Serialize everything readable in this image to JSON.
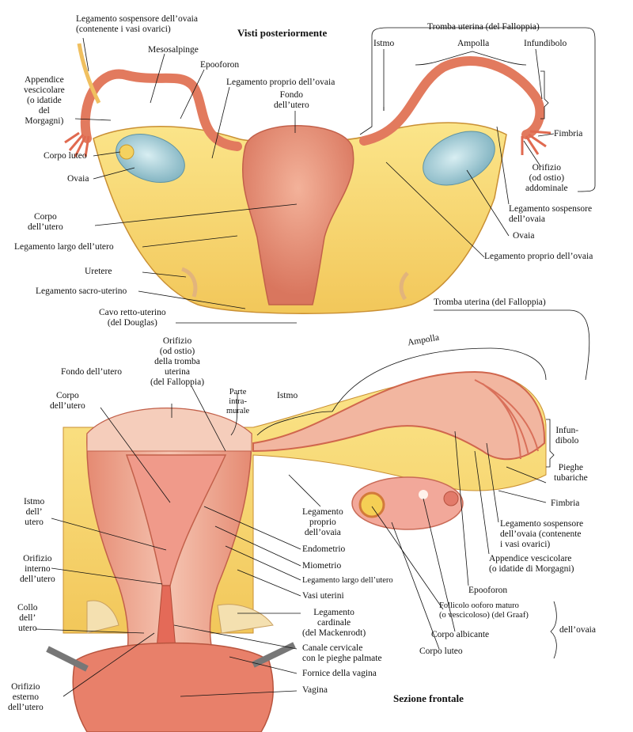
{
  "titles": {
    "top": "Visti posteriormente",
    "bottom": "Sezione frontale"
  },
  "top_labels": {
    "leg_sospensore": [
      "Legamento sospensore dell’ovaia",
      "(contenente i vasi ovarici)"
    ],
    "mesosalpinge": "Mesosalpinge",
    "epooforon": "Epooforon",
    "leg_proprio": "Legamento proprio dell’ovaia",
    "fondo": [
      "Fondo",
      "dell’utero"
    ],
    "appendice": [
      "Appendice",
      "vescicolare",
      "(o idatide",
      "del",
      "Morgagni)"
    ],
    "corpo_luteo": "Corpo luteo",
    "ovaia_l": "Ovaia",
    "corpo_utero": [
      "Corpo",
      "dell’utero"
    ],
    "leg_largo": "Legamento largo dell’utero",
    "uretere": "Uretere",
    "leg_sacro": "Legamento sacro-uterino",
    "cavo": [
      "Cavo retto-uterino",
      "(del Douglas)"
    ],
    "tromba": "Tromba uterina (del Falloppia)",
    "istmo": "Istmo",
    "ampolla": "Ampolla",
    "infundibolo": "Infundibolo",
    "fimbria": "Fimbria",
    "orifizio": [
      "Orifizio",
      "(od ostio)",
      "addominale"
    ],
    "leg_sosp_r": [
      "Legamento sospensore",
      "dell’ovaia"
    ],
    "ovaia_r": "Ovaia",
    "leg_proprio_r": "Legamento proprio dell’ovaia"
  },
  "bottom_labels": {
    "tromba": "Tromba uterina (del Falloppia)",
    "ampolla": "Ampolla",
    "orifizio_tromba": [
      "Orifizio",
      "(od ostio)",
      "della tromba",
      "uterina",
      "(del Falloppia)"
    ],
    "fondo": "Fondo dell’utero",
    "corpo": [
      "Corpo",
      "dell’utero"
    ],
    "parte_intramurale": [
      "Parte",
      "intra-",
      "murale"
    ],
    "istmo_tuba": "Istmo",
    "infundibolo": [
      "Infun-",
      "dibolo"
    ],
    "pieghe": [
      "Pieghe",
      "tubariche"
    ],
    "fimbria": "Fimbria",
    "istmo_utero": [
      "Istmo",
      "dell’",
      "utero"
    ],
    "leg_proprio": [
      "Legamento",
      "proprio",
      "dell’ovaia"
    ],
    "endometrio": "Endometrio",
    "miometrio": "Miometrio",
    "leg_largo": "Legamento largo dell’utero",
    "orifizio_interno": [
      "Orifizio",
      "interno",
      "dell’utero"
    ],
    "vasi": "Vasi uterini",
    "leg_cardinale": [
      "Legamento",
      "cardinale",
      "(del Mackenrodt)"
    ],
    "collo": [
      "Collo",
      "dell’",
      "utero"
    ],
    "canale": [
      "Canale cervicale",
      "con le pieghe palmate"
    ],
    "fornice": "Fornice della vagina",
    "vagina": "Vagina",
    "orifizio_esterno": [
      "Orifizio",
      "esterno",
      "dell’utero"
    ],
    "leg_sospensore": [
      "Legamento sospensore",
      "dell’ovaia (contenente",
      "i vasi ovarici)"
    ],
    "appendice": [
      "Appendice vescicolare",
      "(o idatide di Morgagni)"
    ],
    "follicolo": [
      "Follicolo ooforo maturo",
      "(o vescicoloso) (del Graaf)"
    ],
    "dellovaia": "dell’ovaia",
    "epooforon": "Epooforon",
    "albicante": "Corpo albicante",
    "corpo_luteo": "Corpo luteo"
  }
}
